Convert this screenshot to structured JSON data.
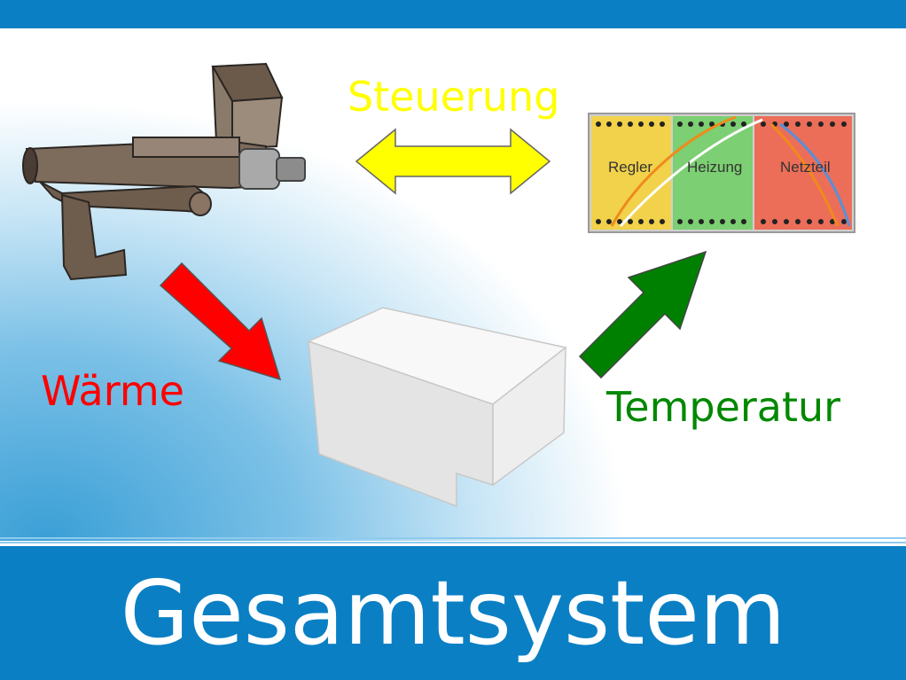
{
  "title": "Gesamtsystem",
  "labels": {
    "steuerung": "Steuerung",
    "waerme": "Wärme",
    "temperatur": "Temperatur"
  },
  "boards": [
    {
      "label": "Regler",
      "color": "#f1d24a"
    },
    {
      "label": "Heizung",
      "color": "#7ccf72"
    },
    {
      "label": "Netzteil",
      "color": "#ec6e59"
    }
  ],
  "colors": {
    "bar": "#0a7fc4",
    "steuerung_arrow": "#ffff00",
    "waerme_arrow": "#ff0000",
    "temperatur_arrow": "#008000"
  }
}
